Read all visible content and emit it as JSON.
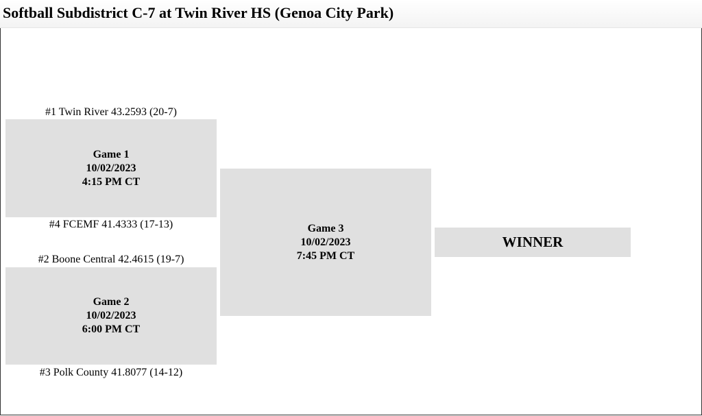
{
  "title": "Softball Subdistrict C-7 at Twin River HS (Genoa City Park)",
  "teams": {
    "seed1": "#1 Twin River 43.2593 (20-7)",
    "seed4": "#4 FCEMF 41.4333 (17-13)",
    "seed2": "#2 Boone Central 42.4615 (19-7)",
    "seed3": "#3 Polk County 41.8077 (14-12)"
  },
  "games": {
    "game1": {
      "name": "Game 1",
      "date": "10/02/2023",
      "time": "4:15 PM CT"
    },
    "game2": {
      "name": "Game 2",
      "date": "10/02/2023",
      "time": "6:00 PM CT"
    },
    "game3": {
      "name": "Game 3",
      "date": "10/02/2023",
      "time": "7:45 PM CT"
    }
  },
  "winner_label": "WINNER",
  "colors": {
    "box_background": "#e0e0e0",
    "page_background": "#ffffff"
  }
}
